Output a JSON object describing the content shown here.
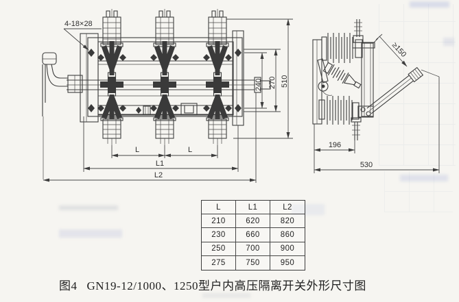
{
  "drawing": {
    "front_view": {
      "hole_label": "4-18×28",
      "dim_240": "240",
      "dim_270": "270",
      "dim_510": "510",
      "dim_L_left": "L",
      "dim_L_right": "L",
      "dim_L1": "L1",
      "dim_L2": "L2"
    },
    "side_view": {
      "dim_min150": "≥150",
      "dim_196": "196",
      "dim_530": "530"
    }
  },
  "table": {
    "headers": [
      "L",
      "L1",
      "L2"
    ],
    "rows": [
      [
        "210",
        "620",
        "820"
      ],
      [
        "230",
        "660",
        "860"
      ],
      [
        "250",
        "700",
        "900"
      ],
      [
        "275",
        "750",
        "950"
      ]
    ]
  },
  "caption": {
    "figure_label": "图4",
    "title": "GN19-12/1000、1250型户内高压隔离开关外形尺寸图"
  }
}
